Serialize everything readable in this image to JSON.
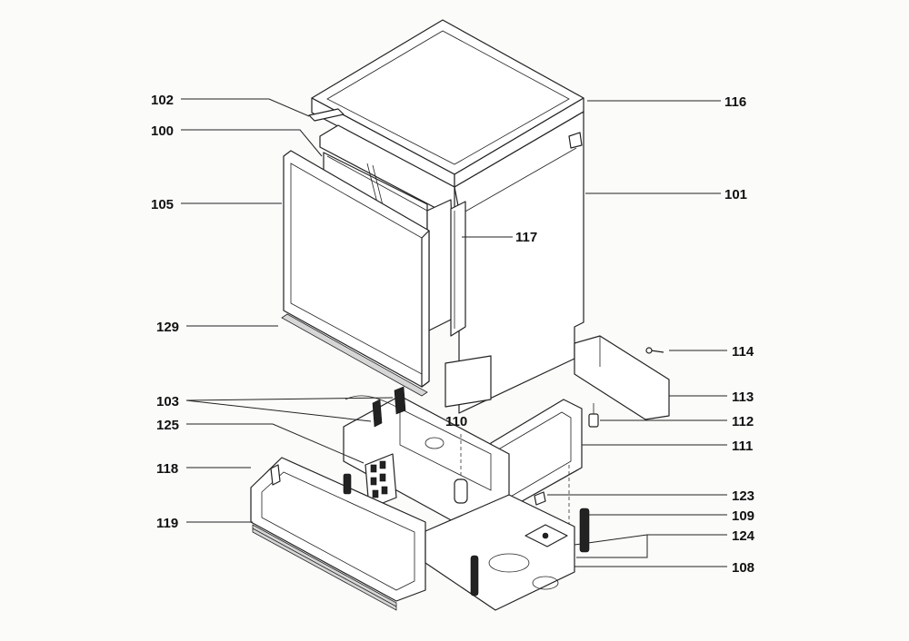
{
  "callouts": [
    {
      "id": "102",
      "text": "102"
    },
    {
      "id": "100",
      "text": "100"
    },
    {
      "id": "105",
      "text": "105"
    },
    {
      "id": "129",
      "text": "129"
    },
    {
      "id": "103",
      "text": "103"
    },
    {
      "id": "125",
      "text": "125"
    },
    {
      "id": "118",
      "text": "118"
    },
    {
      "id": "119",
      "text": "119"
    },
    {
      "id": "116",
      "text": "116"
    },
    {
      "id": "101",
      "text": "101"
    },
    {
      "id": "117",
      "text": "117"
    },
    {
      "id": "110",
      "text": "110"
    },
    {
      "id": "114",
      "text": "114"
    },
    {
      "id": "113",
      "text": "113"
    },
    {
      "id": "112",
      "text": "112"
    },
    {
      "id": "111",
      "text": "111"
    },
    {
      "id": "123",
      "text": "123"
    },
    {
      "id": "109",
      "text": "109"
    },
    {
      "id": "124",
      "text": "124"
    },
    {
      "id": "108",
      "text": "108"
    }
  ],
  "colors": {
    "ink": "#222222",
    "paper": "#fbfbf9",
    "shade": "#d6d6d6"
  }
}
